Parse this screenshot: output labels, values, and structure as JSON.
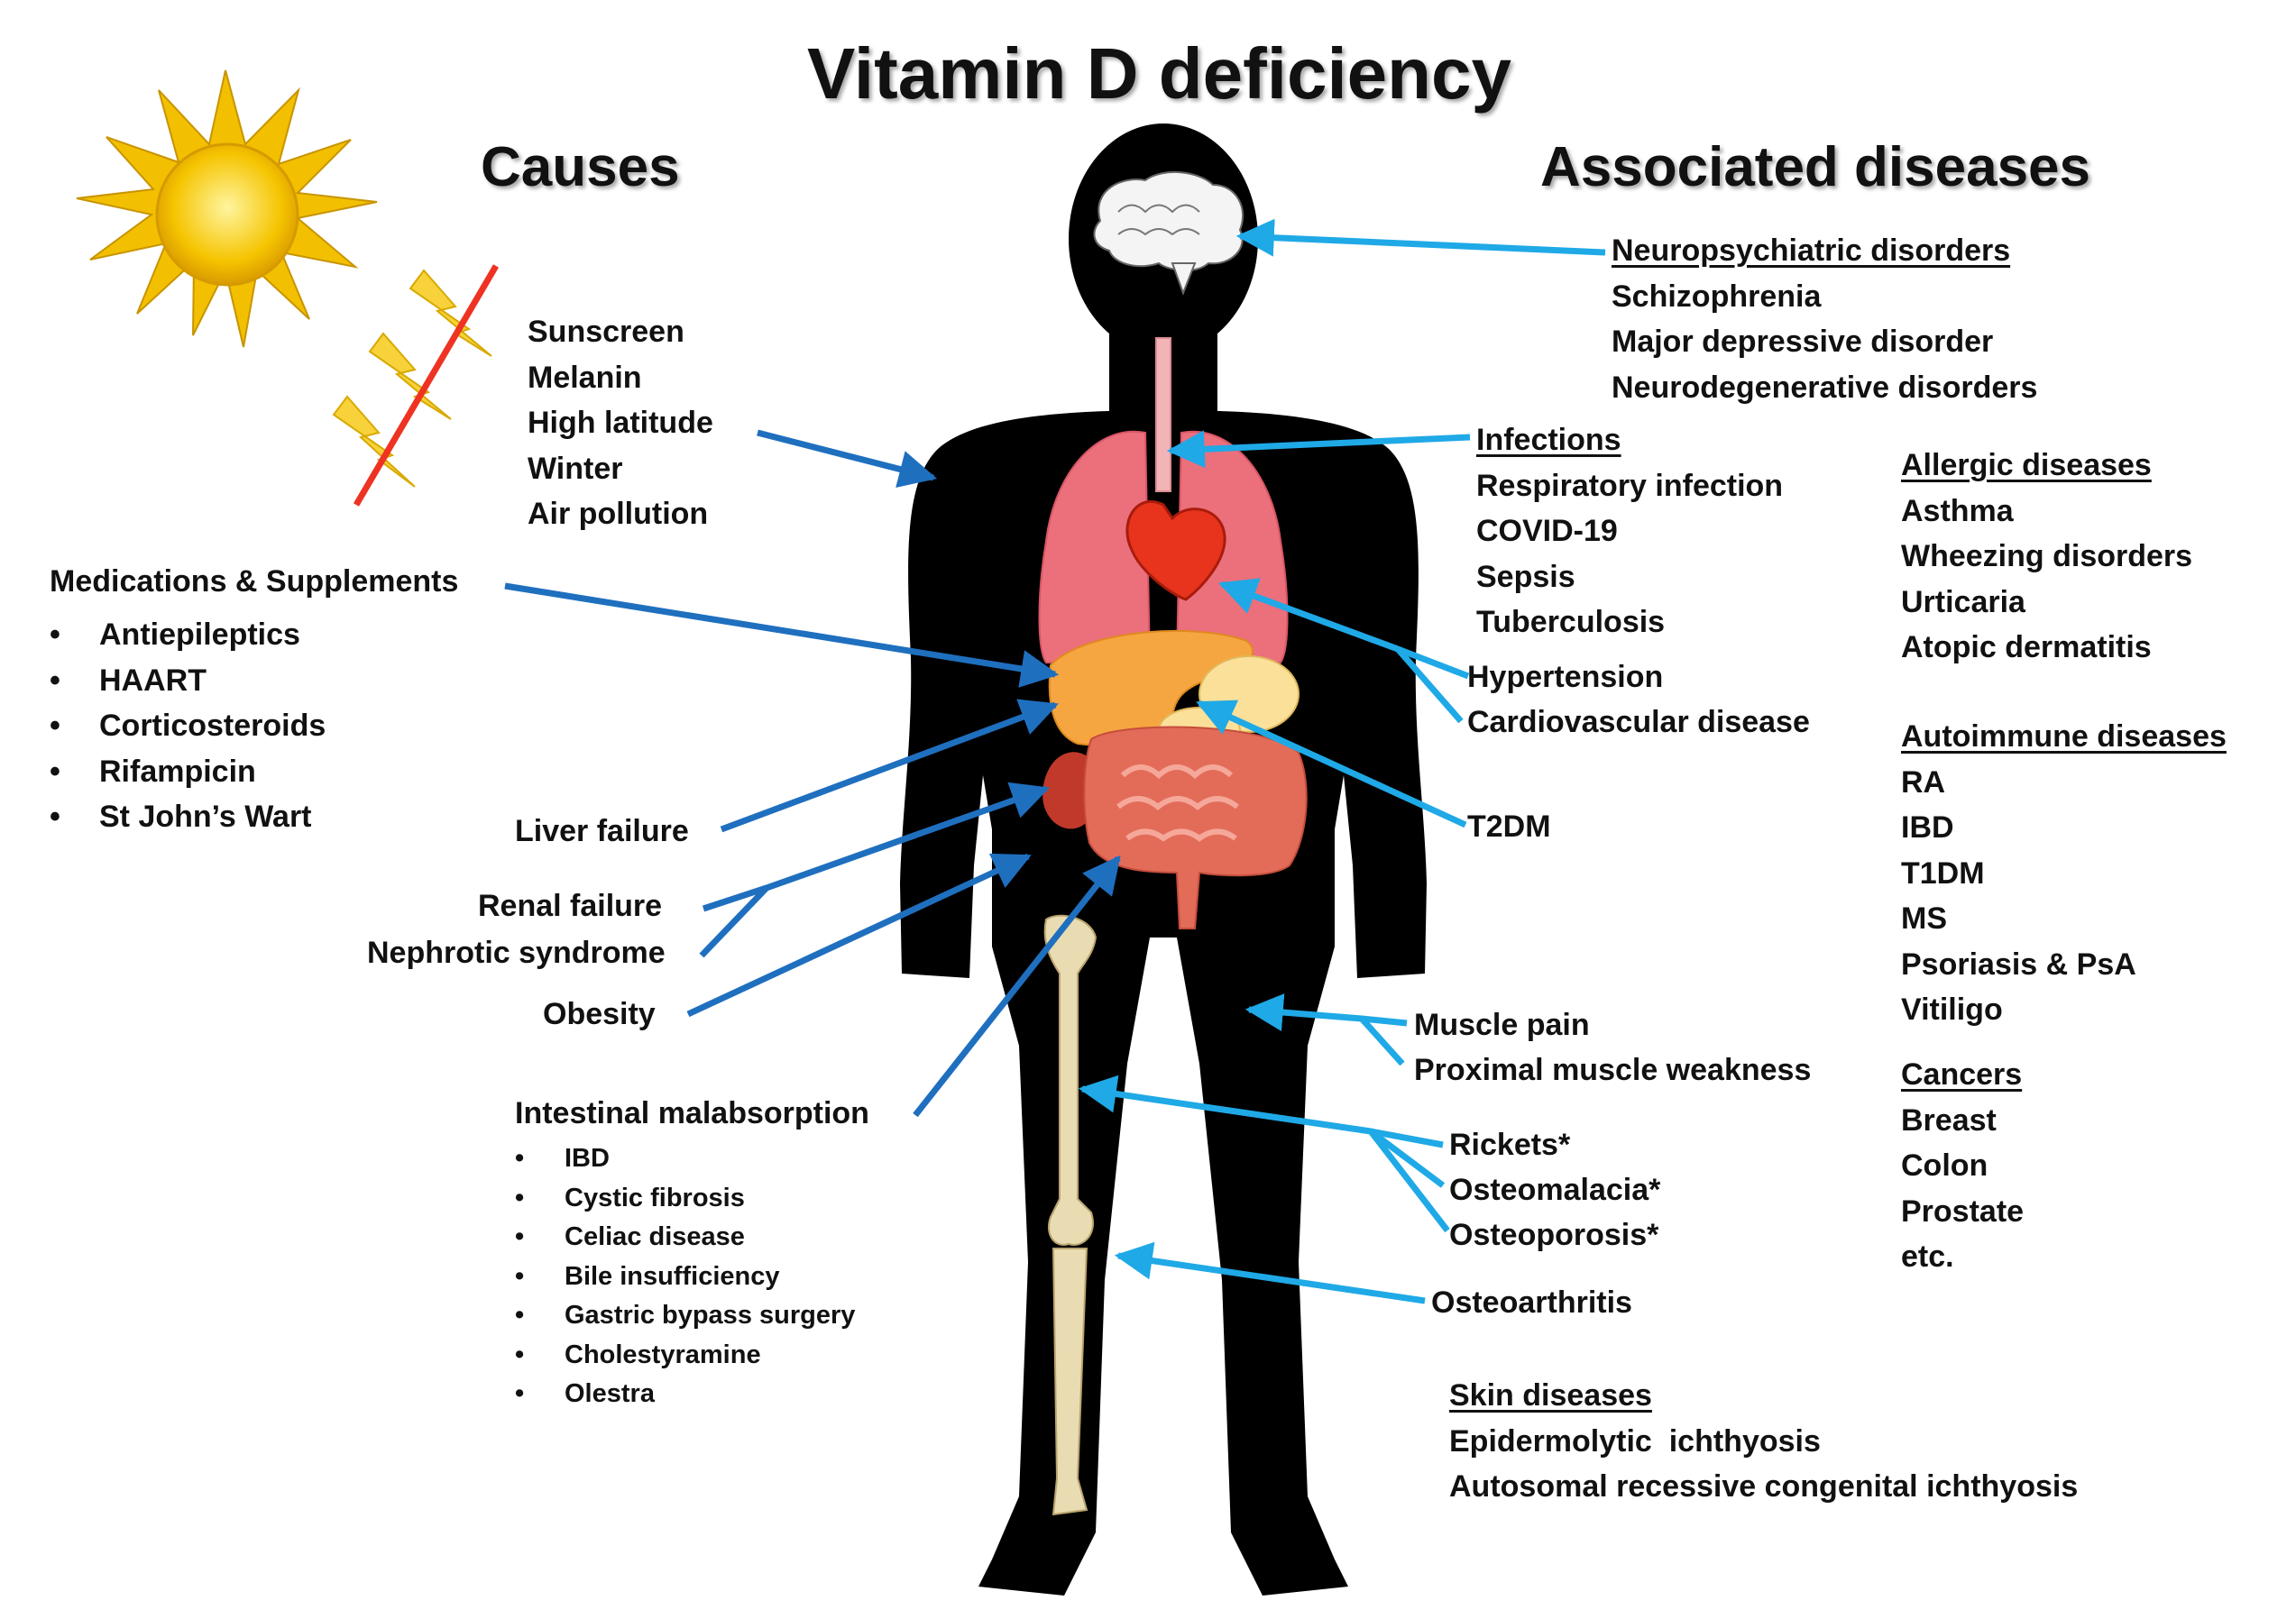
{
  "title": "Vitamin D deficiency",
  "headings": {
    "causes": "Causes",
    "associated": "Associated diseases"
  },
  "causes": {
    "sun_block": [
      "Sunscreen",
      "Melanin",
      "High latitude",
      "Winter",
      "Air pollution"
    ],
    "medications": {
      "title": "Medications & Supplements",
      "items": [
        "Antiepileptics",
        "HAART",
        "Corticosteroids",
        "Rifampicin",
        "St John’s Wart"
      ]
    },
    "liver_failure": "Liver failure",
    "renal_failure": "Renal failure",
    "nephrotic_syndrome": "Nephrotic syndrome",
    "obesity": "Obesity",
    "malabsorption": {
      "title": "Intestinal malabsorption",
      "items": [
        "IBD",
        "Cystic fibrosis",
        "Celiac disease",
        "Bile insufficiency",
        "Gastric bypass surgery",
        "Cholestyramine",
        "Olestra"
      ]
    }
  },
  "diseases": {
    "neuropsychiatric": {
      "title": "Neuropsychiatric disorders",
      "items": [
        "Schizophrenia",
        "Major depressive disorder",
        "Neurodegenerative disorders"
      ]
    },
    "infections": {
      "title": "Infections",
      "items": [
        "Respiratory infection",
        "COVID-19",
        "Sepsis",
        "Tuberculosis"
      ]
    },
    "hypertension": "Hypertension",
    "cardiovascular": "Cardiovascular disease",
    "t2dm": "T2DM",
    "muscle_pain": "Muscle pain",
    "muscle_weakness": "Proximal muscle weakness",
    "rickets": "Rickets*",
    "osteomalacia": "Osteomalacia*",
    "osteoporosis": "Osteoporosis*",
    "osteoarthritis": "Osteoarthritis",
    "skin": {
      "title": "Skin diseases",
      "items": [
        "Epidermolytic  ichthyosis",
        "Autosomal recessive congenital ichthyosis"
      ]
    },
    "allergic": {
      "title": "Allergic diseases",
      "items": [
        "Asthma",
        "Wheezing disorders",
        "Urticaria",
        "Atopic dermatitis"
      ]
    },
    "autoimmune": {
      "title": "Autoimmune diseases",
      "items": [
        "RA",
        "IBD",
        "T1DM",
        "MS",
        "Psoriasis & PsA",
        "Vitiligo"
      ]
    },
    "cancers": {
      "title": "Cancers",
      "items": [
        "Breast",
        "Colon",
        "Prostate",
        "etc."
      ]
    }
  },
  "colors": {
    "silhouette": "#000000",
    "cause_arrow": "#1f6fbf",
    "disease_arrow": "#1fa9e6",
    "sun": "#f5c400",
    "lightning": "#f7d23a",
    "slash": "#ee3322",
    "lung": "#ec6f7c",
    "heart": "#e8341c",
    "liver": "#f6a640",
    "pancreas": "#fbe09a",
    "kidney": "#c0392b",
    "intestine": "#e36c59",
    "bone": "#e9dcb2"
  }
}
